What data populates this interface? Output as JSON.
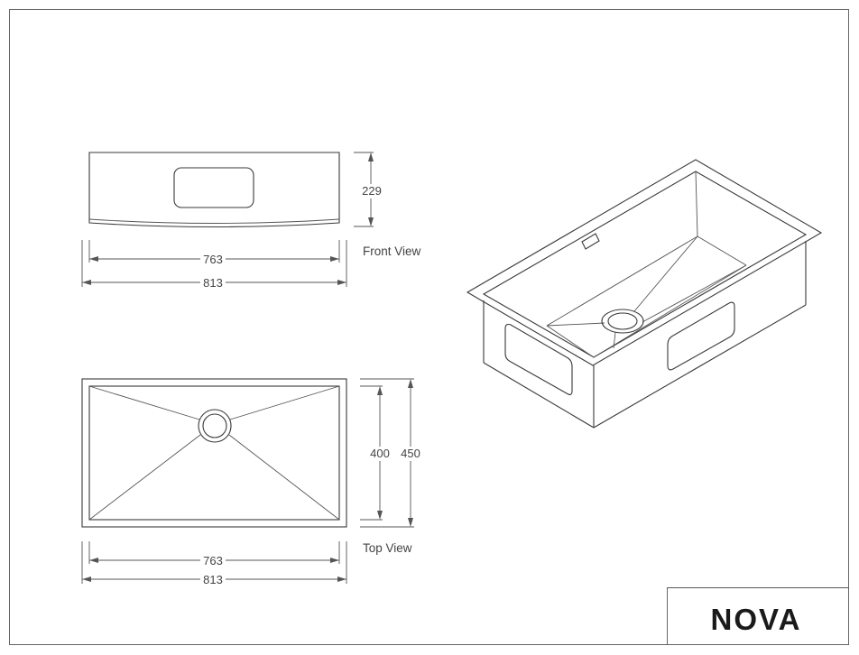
{
  "drawing": {
    "front_view": {
      "label": "Front View",
      "height_label": "229",
      "inner_width_label": "763",
      "outer_width_label": "813"
    },
    "top_view": {
      "label": "Top View",
      "inner_depth_label": "400",
      "outer_depth_label": "450",
      "inner_width_label": "763",
      "outer_width_label": "813"
    },
    "title_block": {
      "brand": "NOVA"
    },
    "colors": {
      "line": "#3a3a3a",
      "dimension": "#555555",
      "background": "#ffffff"
    }
  }
}
